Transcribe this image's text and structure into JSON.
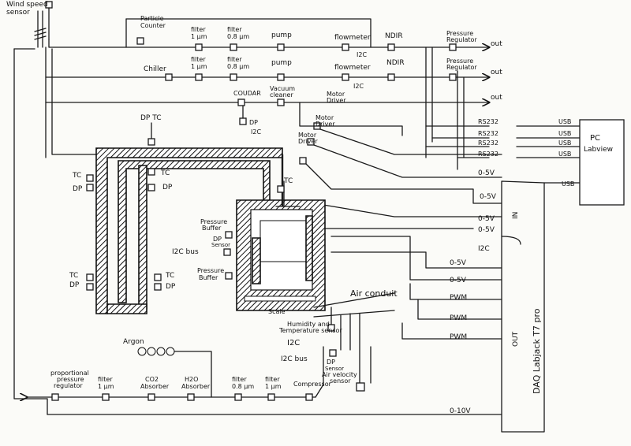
{
  "labels": {
    "wind": [
      "Wind speed",
      "sensor"
    ],
    "particle": [
      "Particle",
      "Counter"
    ],
    "filter1": [
      "filter",
      "1 µm"
    ],
    "filter800": [
      "filter",
      "0.8 µm"
    ],
    "pump": "pump",
    "flowmeter": "flowmeter",
    "ndir": "NDIR",
    "pressure_reg": [
      "Pressure",
      "Regulator"
    ],
    "out": "out",
    "chiller": "Chiller",
    "i2c": "I2C",
    "coudar": "COUDAR",
    "vacuum": [
      "Vacuum",
      "cleaner"
    ],
    "dp": "DP",
    "tc": "TC",
    "dp_tc": "DP TC",
    "motor": [
      "Motor",
      "Driver"
    ],
    "rs232": "RS232",
    "usb": "USB",
    "pc": [
      "PC",
      "Labview"
    ],
    "v05": "0-5V",
    "in": "IN",
    "outlbl": "OUT",
    "pwm": "PWM",
    "v010": "0-10V",
    "daq": "DAQ  Labjack T7 pro",
    "pbuffer": [
      "Pressure",
      "Buffer"
    ],
    "dp_sensor": [
      "DP",
      "Sensor"
    ],
    "i2cbus": "I2C bus",
    "air_conduit": "Air conduit",
    "scale": "Scale",
    "humidity": [
      "Humidity and",
      "Temperature sensor"
    ],
    "air_velocity": [
      "Air velocity",
      "sensor"
    ],
    "argon": "Argon",
    "prop_reg": [
      "proportional",
      "pressure",
      "regulator"
    ],
    "co2": [
      "CO2",
      "Absorber"
    ],
    "h2o": [
      "H2O",
      "Absorber"
    ],
    "compressor": "Compressor"
  }
}
